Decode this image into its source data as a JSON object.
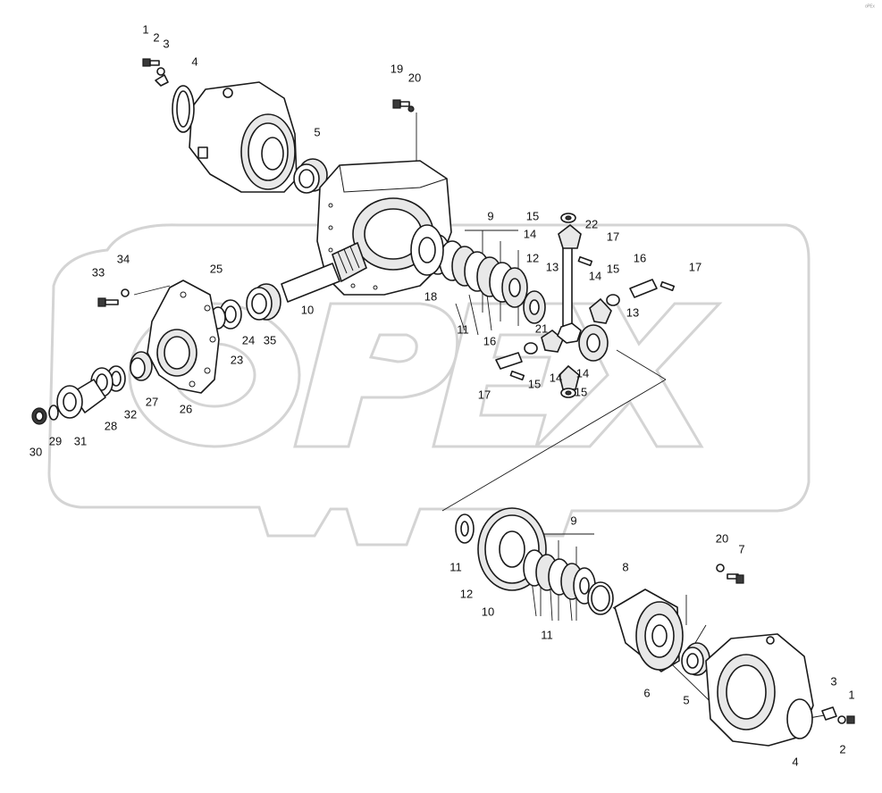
{
  "diagram": {
    "watermark": "OPEX",
    "corner_mark": "ᵒᴾᴱˣ",
    "callouts": [
      "1",
      "2",
      "3",
      "4",
      "5",
      "6",
      "7",
      "8",
      "9",
      "10",
      "11",
      "12",
      "13",
      "14",
      "15",
      "16",
      "17",
      "18",
      "19",
      "20",
      "21",
      "22",
      "23",
      "24",
      "25",
      "26",
      "27",
      "28",
      "29",
      "30",
      "31",
      "32",
      "33",
      "34",
      "35"
    ],
    "colors": {
      "ink": "#1a1a1a",
      "watermark": "#d4d4d4",
      "paper": "#ffffff"
    }
  }
}
